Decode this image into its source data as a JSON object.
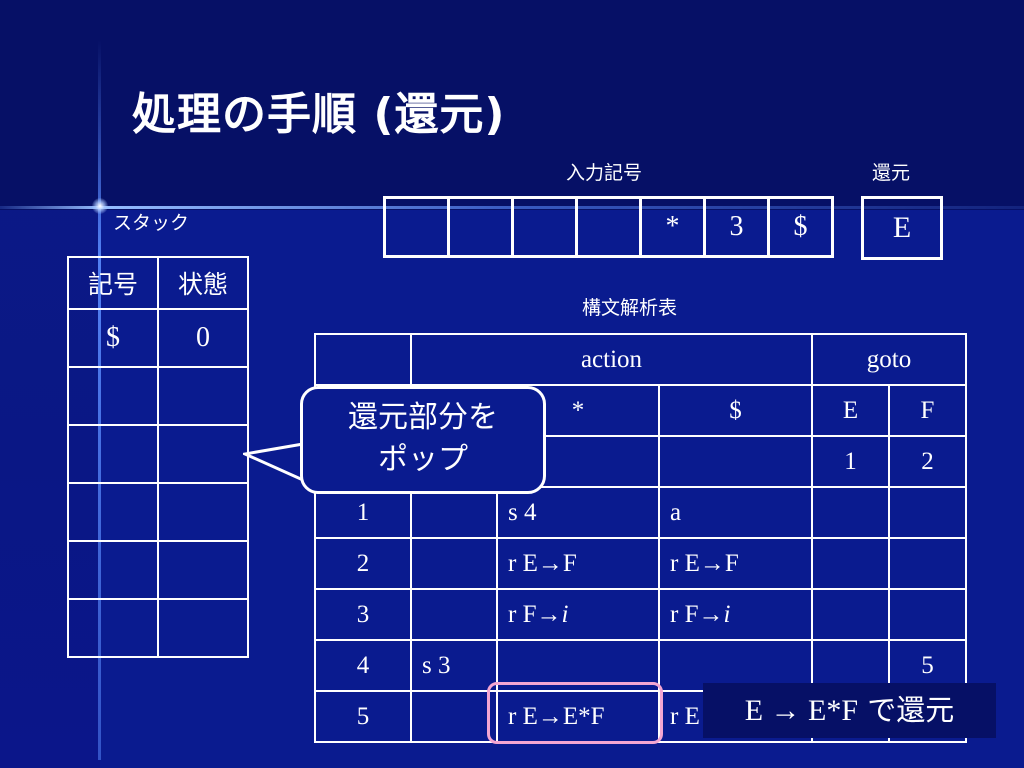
{
  "slide": {
    "title": "処理の手順 (還元)",
    "input_label": "入力記号",
    "reduce_label": "還元",
    "stack_label": "スタック",
    "table_label": "構文解析表"
  },
  "input_tape": [
    "",
    "",
    "",
    "",
    "*",
    "3",
    "$"
  ],
  "reduce_result": "E",
  "stack": {
    "headers": [
      "記号",
      "状態"
    ],
    "rows": [
      [
        "$",
        "0"
      ],
      [
        "",
        ""
      ],
      [
        "",
        ""
      ],
      [
        "",
        ""
      ],
      [
        "",
        ""
      ],
      [
        "",
        ""
      ]
    ]
  },
  "parse_table": {
    "group_headers": {
      "action": "action",
      "goto": "goto"
    },
    "col_headers": [
      "",
      "*",
      "$",
      "E",
      "F"
    ],
    "rows": [
      {
        "state": "",
        "c1": "",
        "c2": "",
        "c3": "",
        "e": "1",
        "f": "2"
      },
      {
        "state": "1",
        "c1": "",
        "c2": "s 4",
        "c3": "a",
        "e": "",
        "f": ""
      },
      {
        "state": "2",
        "c1": "",
        "c2": "r E→F",
        "c3": "r E→F",
        "e": "",
        "f": ""
      },
      {
        "state": "3",
        "c1": "",
        "c2": "r F→i",
        "c3": "r F→i",
        "e": "",
        "f": ""
      },
      {
        "state": "4",
        "c1": "s 3",
        "c2": "",
        "c3": "",
        "e": "",
        "f": "5"
      },
      {
        "state": "5",
        "c1": "",
        "c2": "r E→E*F",
        "c3": "r E→E*F",
        "e": "",
        "f": ""
      }
    ]
  },
  "callout": {
    "line1": "還元部分を",
    "line2": "ポップ"
  },
  "note": {
    "rule": "E → E*F",
    "suffix": " で還元"
  },
  "colors": {
    "background": "#0a1b8f",
    "title_band": "#061066",
    "highlight": "#f4a6d2",
    "text": "#ffffff"
  }
}
